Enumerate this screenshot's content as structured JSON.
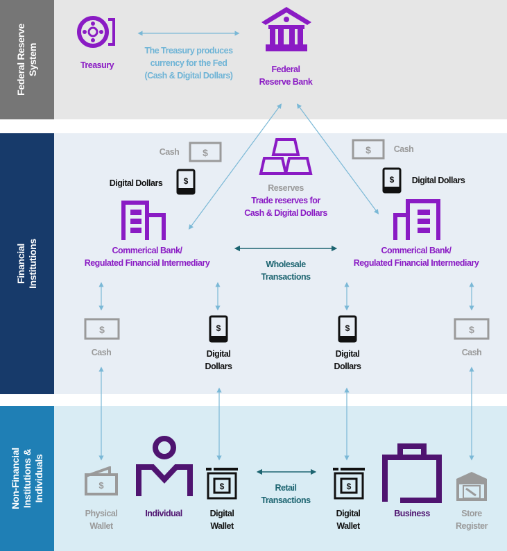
{
  "bands": [
    {
      "label": "Federal Reserve\nSystem",
      "bg": "#e6e6e6",
      "side": "#767676"
    },
    {
      "label": "Financial\nInstitutions",
      "bg": "#e8eef5",
      "side": "#173a6a"
    },
    {
      "label": "Non-Financial\nInstitutions &\nIndividuals",
      "bg": "#d9ecf4",
      "side": "#1f7fb5"
    }
  ],
  "fed": {
    "treasury": "Treasury",
    "flow_text": "The Treasury produces\ncurrency for the Fed\n(Cash & Digital Dollars)",
    "bank": "Federal\nReserve Bank"
  },
  "fin": {
    "cash_left": "Cash",
    "digital_left": "Digital Dollars",
    "cash_right": "Cash",
    "digital_right": "Digital Dollars",
    "reserves": "Reserves",
    "reserves_desc": "Trade reserves for\nCash & Digital Dollars",
    "bank_left": "Commerical Bank/\nRegulated Financial Intermediary",
    "bank_right": "Commerical Bank/\nRegulated Financial Intermediary",
    "wholesale": "Wholesale\nTransactions",
    "lower": [
      "Cash",
      "Digital\nDollars",
      "Digital\nDollars",
      "Cash"
    ]
  },
  "nonfin": {
    "physical_wallet": "Physical\nWallet",
    "individual": "Individual",
    "digital_wallet_left": "Digital\nWallet",
    "retail": "Retail\nTransactions",
    "digital_wallet_right": "Digital\nWallet",
    "business": "Business",
    "store_register": "Store\nRegister"
  },
  "colors": {
    "purple": "#8a1bc4",
    "dark_purple": "#4f1470",
    "arrow": "#7ab8d6",
    "teal": "#1c6470",
    "gray": "#9a9a9a"
  }
}
